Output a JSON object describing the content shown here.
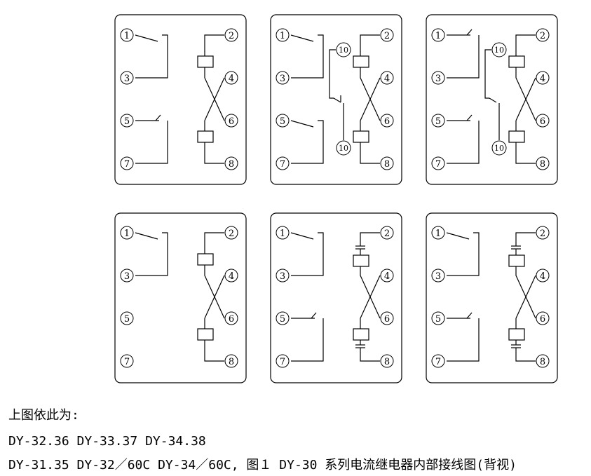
{
  "diagram": {
    "panels": [
      {
        "terminals": [
          "1",
          "2",
          "3",
          "4",
          "5",
          "6",
          "7",
          "8"
        ]
      },
      {
        "terminals": [
          "1",
          "2",
          "3",
          "4",
          "5",
          "6",
          "7",
          "8",
          "10",
          "10"
        ]
      },
      {
        "terminals": [
          "1",
          "2",
          "3",
          "4",
          "5",
          "6",
          "7",
          "8",
          "10",
          "10"
        ]
      },
      {
        "terminals": [
          "1",
          "2",
          "3",
          "4",
          "5",
          "6",
          "7",
          "8"
        ]
      },
      {
        "terminals": [
          "1",
          "2",
          "3",
          "4",
          "5",
          "6",
          "7",
          "8"
        ]
      },
      {
        "terminals": [
          "1",
          "2",
          "3",
          "4",
          "5",
          "6",
          "7",
          "8"
        ]
      }
    ]
  },
  "caption": {
    "line1": "上图依此为:",
    "line2": "DY-32.36 DY-33.37 DY-34.38",
    "line3": "DY-31.35 DY-32／60C DY-34／60C, 图１ DY-30 系列电流继电器内部接线图(背视)"
  }
}
